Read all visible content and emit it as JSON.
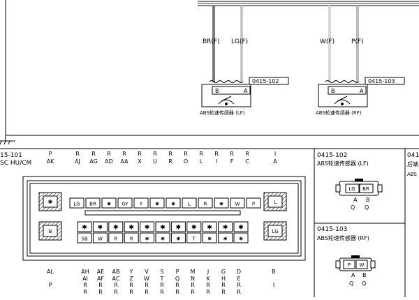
{
  "wire_labels": {
    "br": "BR(F)",
    "lg": "LG(F)",
    "w": "W(F)",
    "p": "P(F)"
  },
  "sensor_lf": {
    "ref": "0415-102",
    "caption": "ABS轮速传感器 (LF)",
    "pin_b": "B",
    "pin_a": "A"
  },
  "sensor_rf": {
    "ref": "0415-103",
    "caption": "ABS轮速传感器 (RF)",
    "pin_b": "B",
    "pin_a": "A"
  },
  "connector_main": {
    "ref": "15-101",
    "name": "SC HU/CM",
    "top_wire_colors": [
      "P",
      "R",
      "R",
      "R",
      "R",
      "R",
      "R",
      "R",
      "R",
      "R",
      "R",
      "R",
      "I"
    ],
    "top_pins": [
      "AK",
      "AJ",
      "AG",
      "AD",
      "AA",
      "X",
      "U",
      "R",
      "O",
      "L",
      "I",
      "F",
      "C",
      "A"
    ],
    "row1": [
      "LG",
      "BR",
      "✱",
      "GY",
      "Y",
      "✱",
      "✱",
      "L",
      "R",
      "✱",
      "W",
      "P"
    ],
    "row2a": [
      "✱",
      "✱",
      "✱",
      "✱",
      "✱",
      "✱",
      "✱",
      "✱",
      "✱",
      "✱",
      "✱"
    ],
    "row2b": [
      "SB",
      "W",
      "R",
      "R",
      "✱",
      "✱",
      "✱",
      "T",
      "✱",
      "✱",
      "✱"
    ],
    "left_top": "✱",
    "left_bottom": "B",
    "right_top": "L",
    "right_bottom": "LG",
    "bottom_pins_1": [
      "AL",
      "AH",
      "AE",
      "AB",
      "Y",
      "V",
      "S",
      "P",
      "M",
      "J",
      "G",
      "D",
      "B"
    ],
    "bottom_pins_2": [
      "AI",
      "AF",
      "AC",
      "Z",
      "W",
      "T",
      "Q",
      "N",
      "K",
      "H",
      "E"
    ],
    "bottom_colors": [
      "P",
      "R",
      "R",
      "R",
      "R",
      "R",
      "R",
      "R",
      "R",
      "R",
      "R",
      "R",
      "I"
    ],
    "bottom_colors_2": [
      "R",
      "R",
      "R",
      "R",
      "R",
      "R",
      "R",
      "R",
      "R",
      "R",
      "R"
    ]
  },
  "panel_lf": {
    "ref": "0415-102",
    "caption": "ABS轮速传感器 (LF)",
    "cells": [
      "LG",
      "BR"
    ],
    "pins": [
      "A",
      "B"
    ],
    "colors": [
      "Q",
      "Q"
    ]
  },
  "panel_rf": {
    "ref": "0415-103",
    "caption": "ABS轮速传感器 (RF)",
    "cells": [
      "P",
      "W"
    ],
    "pins": [
      "A",
      "B"
    ],
    "colors": [
      "Q",
      "Q"
    ]
  },
  "panel_cut": {
    "ref": "041",
    "line2": "后端",
    "line3": "ABS"
  },
  "colors": {
    "wire_br": "#7a7a7a",
    "wire_lg": "#c8c8c8",
    "wire_w": "#d8d8d8",
    "wire_p": "#bdbdbd",
    "hatch": "#000000"
  }
}
